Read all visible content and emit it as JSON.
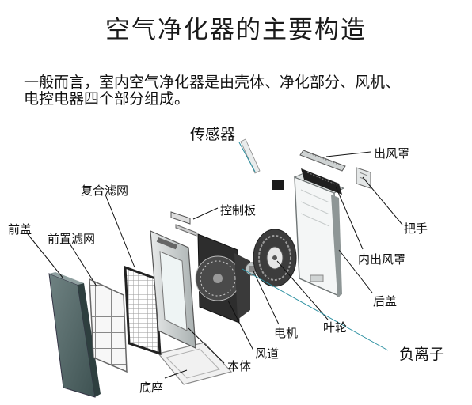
{
  "title": "空气净化器的主要构造",
  "intro": {
    "line1": "一般而言，室内空气净化器是由壳体、净化部分、风机、",
    "line2": "电控电器四个部分组成。"
  },
  "labels": {
    "sensor": "传感器",
    "outlet_cover": "出风罩",
    "composite_filter": "复合滤网",
    "control_board": "控制板",
    "handle": "把手",
    "front_cover": "前盖",
    "pre_filter": "前置滤网",
    "inner_outlet_cover": "内出风罩",
    "rear_cover": "后盖",
    "impeller": "叶轮",
    "motor": "电机",
    "air_duct": "风道",
    "body": "本体",
    "base": "底座",
    "anion": "负离子"
  },
  "colors": {
    "leader_line": "#2a8fa0",
    "frame": "#707474",
    "panel_dark": "#4e6262"
  }
}
